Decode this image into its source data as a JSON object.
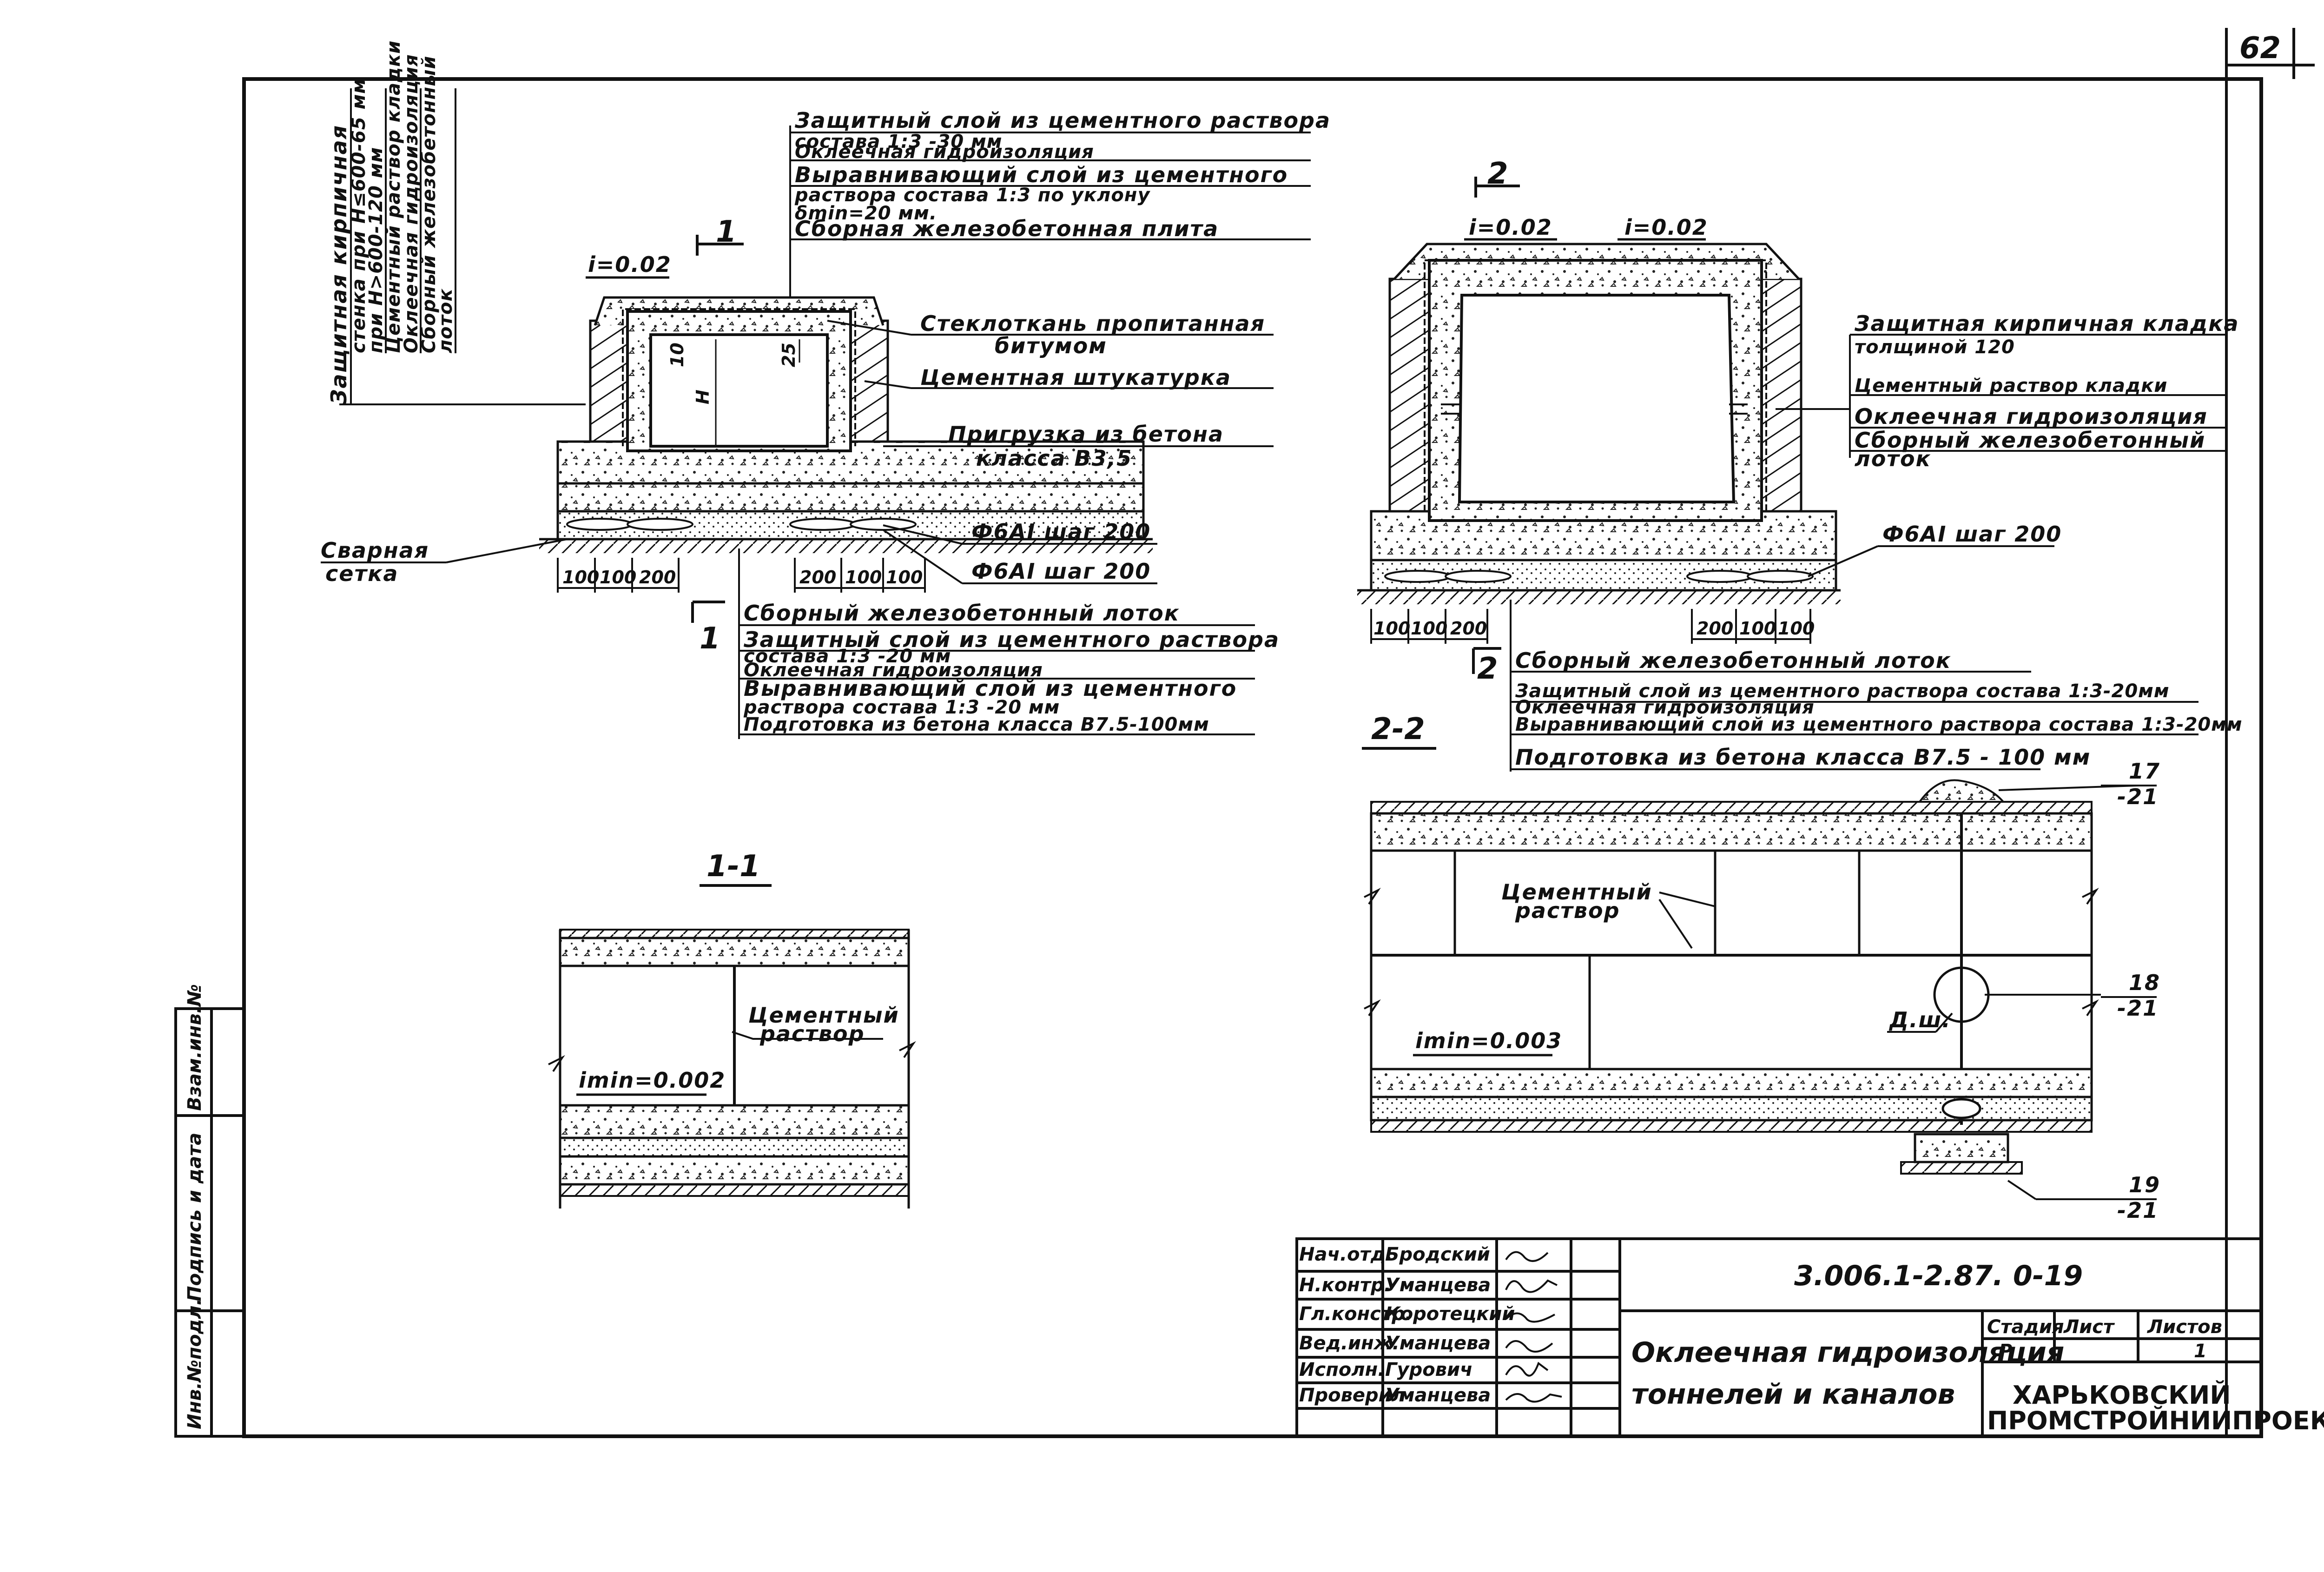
{
  "sheet": {
    "number": "62"
  },
  "drawing1": {
    "slope": "i=0.02",
    "section_mark": "1",
    "top_callout": [
      "Защитный слой из цементного раствора",
      "состава 1:3 -30 мм",
      "Оклеечная гидроизоляция",
      "Выравнивающий слой из цементного",
      "раствора состава 1:3 по уклону",
      "δmin=20 мм.",
      "Сборная железобетонная плита"
    ],
    "left_vertical": [
      "Защитная кирпичная",
      "стенка при H≤600-65 мм",
      "при H>600-120 мм",
      "Цементный раствор кладки",
      "Оклеечная гидроизоляция",
      "Сборный железобетонный",
      "лоток"
    ],
    "dims_inner": [
      "10",
      "25",
      "H"
    ],
    "right_callouts": [
      "Стеклоткань пропитанная",
      "битумом",
      "Цементная штукатурка",
      "Пригрузка из бетона",
      "класса B3,5"
    ],
    "mesh_label": [
      "Сварная",
      "сетка"
    ],
    "rebar": [
      "Ф6АI шаг 200",
      "Ф6АI шаг 200"
    ],
    "dims_left": [
      "100",
      "100",
      "200"
    ],
    "dims_right": [
      "200",
      "100",
      "100"
    ],
    "bottom_callout": [
      "Сборный железобетонный лоток",
      "Защитный слой из цементного раствора",
      "состава 1:3 -20 мм",
      "Оклеечная гидроизоляция",
      "Выравнивающий слой из цементного",
      "раствора состава 1:3 -20 мм",
      "Подготовка из бетона класса В7.5-100мм"
    ]
  },
  "drawing2": {
    "section_mark": "2",
    "slope_left": "i=0.02",
    "slope_right": "i=0.02",
    "right_callouts": [
      "Защитная кирпичная кладка",
      "толщиной 120",
      "Цементный раствор кладки",
      "Оклеечная гидроизоляция",
      "Сборный железобетонный",
      "лоток"
    ],
    "rebar": "Ф6АI шаг 200",
    "dims_left": [
      "100",
      "100",
      "200"
    ],
    "dims_right": [
      "200",
      "100",
      "100"
    ],
    "bottom_callout": [
      "Сборный железобетонный лоток",
      "Защитный слой из цементного раствора состава 1:3-20мм",
      "Оклеечная гидроизоляция",
      "Выравнивающий слой из цементного раствора состава 1:3-20мм",
      "Подготовка из бетона класса В7.5 - 100 мм"
    ]
  },
  "section11": {
    "title": "1-1",
    "mortar": [
      "Цементный",
      "раствор"
    ],
    "slope": "imin=0.002"
  },
  "section22": {
    "title": "2-2",
    "mortar": [
      "Цементный",
      "раствор"
    ],
    "slope": "imin=0.003",
    "seam": "Д.ш.",
    "refs": [
      {
        "num": "17",
        "sheet": "-21"
      },
      {
        "num": "18",
        "sheet": "-21"
      },
      {
        "num": "19",
        "sheet": "-21"
      }
    ]
  },
  "side_stamp": [
    "Инв.№подл.",
    "Подпись и дата",
    "Взам.инв.№"
  ],
  "title_block": {
    "code": "3.006.1-2.87. 0-19",
    "title_lines": [
      "Оклеечная гидроизоляция",
      "тоннелей и каналов"
    ],
    "people": [
      {
        "role": "Нач.отд.",
        "name": "Бродский"
      },
      {
        "role": "Н.контр.",
        "name": "Уманцева"
      },
      {
        "role": "Гл.констр.",
        "name": "Коротецкий"
      },
      {
        "role": "Вед.инж.",
        "name": "Уманцева"
      },
      {
        "role": "Исполн.",
        "name": "Гурович"
      },
      {
        "role": "Проверил",
        "name": "Уманцева"
      }
    ],
    "stage_header": "Стадия",
    "sheet_header": "Лист",
    "sheets_header": "Листов",
    "stage": "Р",
    "sheet_value": "",
    "sheets_value": "1",
    "org_lines": [
      "ХАРЬКОВСКИЙ",
      "ПРОМСТРОЙНИИПРОЕКТ"
    ]
  }
}
